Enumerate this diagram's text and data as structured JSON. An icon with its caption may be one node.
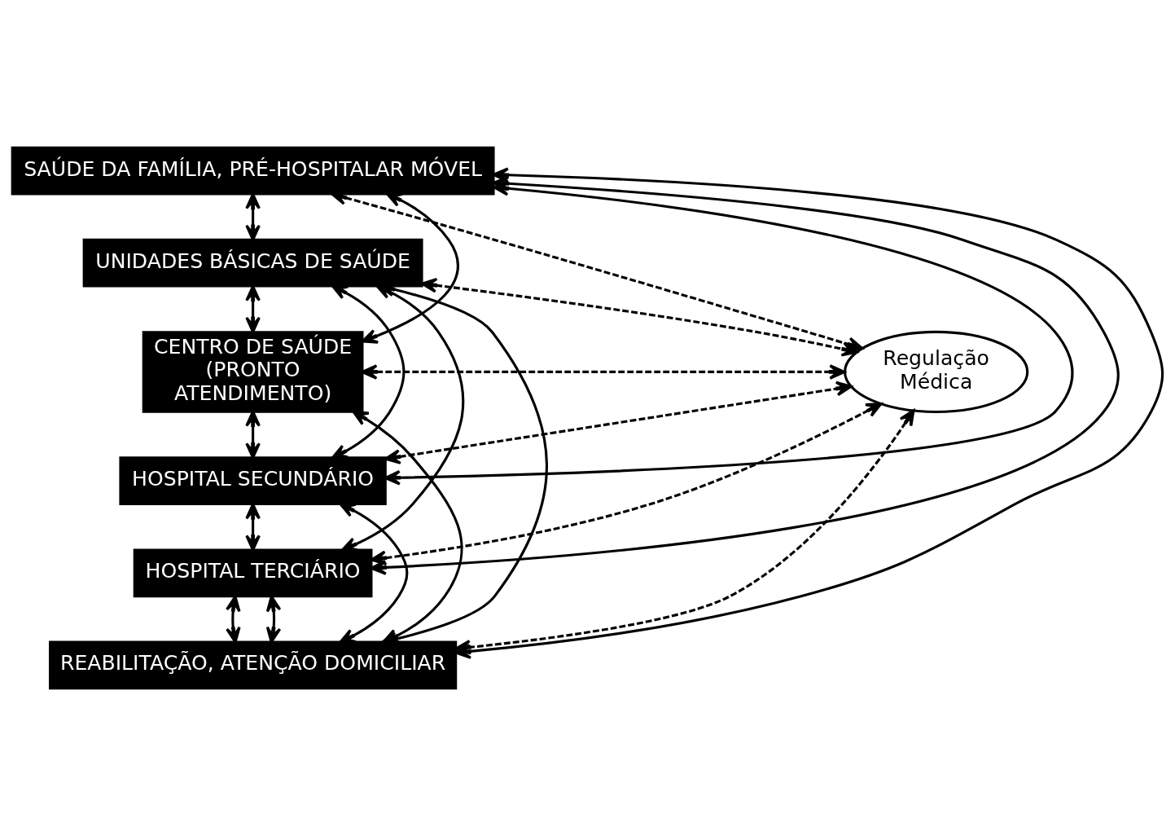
{
  "diagram": {
    "nodes": [
      {
        "text": [
          "SAÚDE DA FAMÍLIA, PRÉ-HOSPITALAR MÓVEL"
        ]
      },
      {
        "text": [
          "UNIDADES BÁSICAS DE SAÚDE"
        ]
      },
      {
        "text": [
          "CENTRO DE SAÚDE (PRONTO ATENDIMENTO)"
        ]
      },
      {
        "text": [
          "HOSPITAL SECUNDÁRIO"
        ]
      },
      {
        "text": [
          "HOSPITAL TERCIÁRIO"
        ]
      },
      {
        "text": [
          "REABILITAÇÃO, ATENÇÃO DOMICILIAR"
        ]
      },
      {
        "text": [
          "Regulação Médica"
        ]
      }
    ],
    "edges": [
      {
        "from": 0,
        "to": 1,
        "arrow": "both"
      },
      {
        "from": 1,
        "to": 2,
        "arrow": "both"
      },
      {
        "from": 2,
        "to": 3,
        "arrow": "both"
      },
      {
        "from": 3,
        "to": 4,
        "arrow": "both"
      },
      {
        "from": 4,
        "to": 5,
        "arrow": "both"
      },
      {
        "from": 0,
        "to": 2,
        "arrow": "both"
      },
      {
        "from": 0,
        "to": 3,
        "arrow": "both"
      },
      {
        "from": 0,
        "to": 4,
        "arrow": "both"
      },
      {
        "from": 0,
        "to": 5,
        "arrow": "both"
      },
      {
        "from": 5,
        "to": 2,
        "arrow": "both"
      },
      {
        "from": 5,
        "to": 3,
        "arrow": "both"
      },
      {
        "from": 5,
        "to": 4,
        "arrow": "both"
      },
      {
        "from": 1,
        "to": 3,
        "arrow": "both"
      },
      {
        "from": 1,
        "to": 4,
        "arrow": "both"
      },
      {
        "from": 1,
        "to": 5,
        "arrow": "both"
      },
      {
        "from": 1,
        "to": 6,
        "arrow": "both",
        "style": "dashed"
      },
      {
        "from": 0,
        "to": 6,
        "arrow": "both",
        "style": "dashed"
      },
      {
        "from": 2,
        "to": 6,
        "arrow": "both",
        "style": "dashed"
      },
      {
        "from": 3,
        "to": 6,
        "arrow": "both",
        "style": "dashed"
      },
      {
        "from": 4,
        "to": 6,
        "arrow": "both",
        "style": "dashed"
      },
      {
        "from": 6,
        "to": 5,
        "arrow": "both",
        "style": "dashed"
      }
    ]
  }
}
